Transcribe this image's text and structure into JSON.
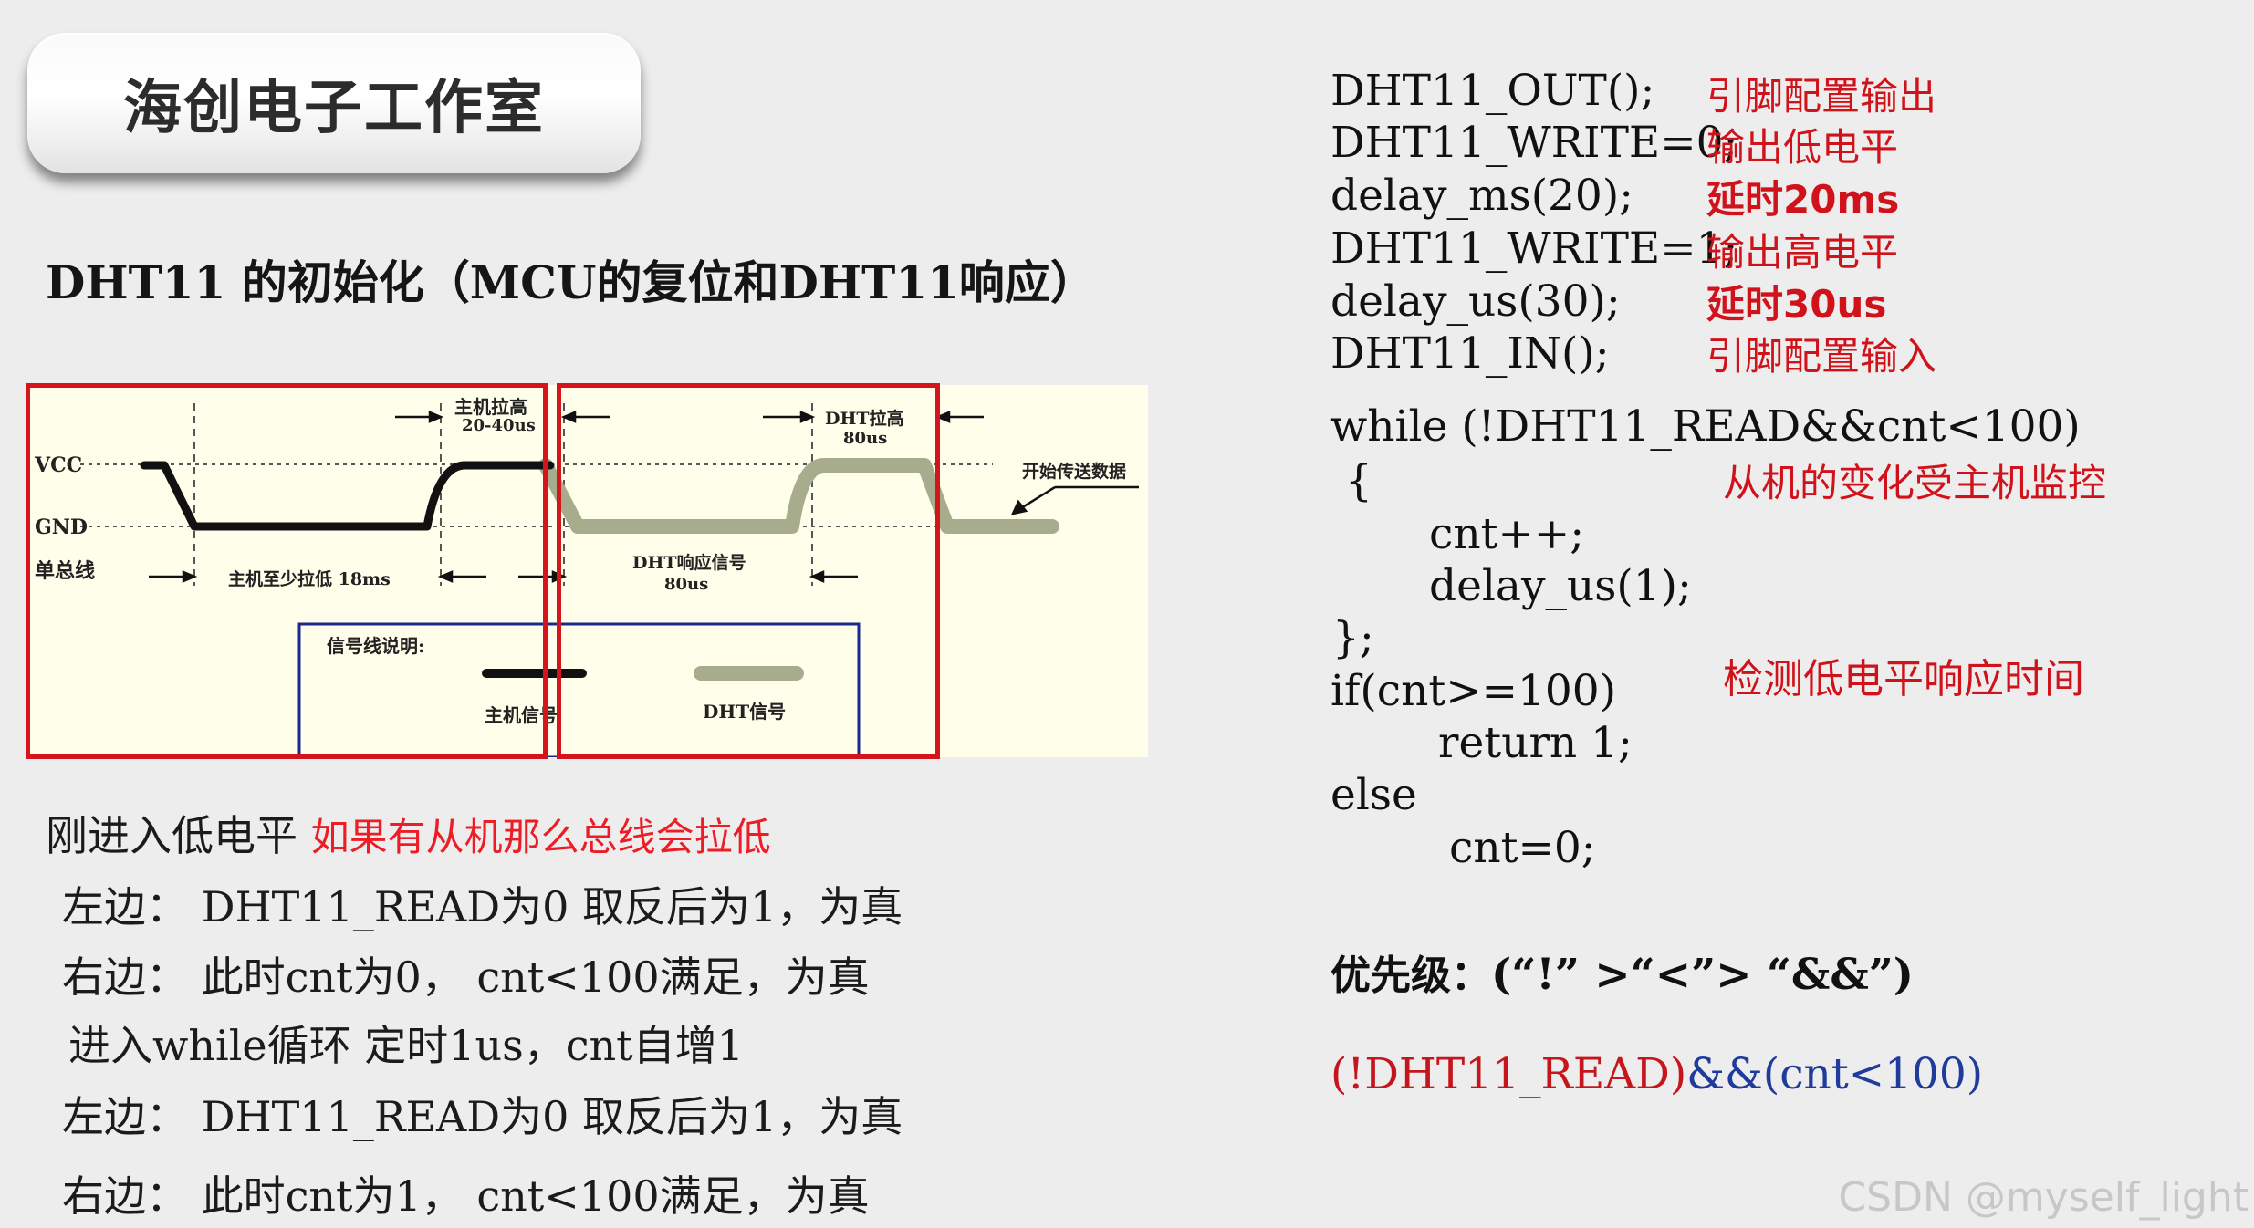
{
  "header": {
    "badge_title": "海创电子工作室"
  },
  "section_title": "DHT11 的初始化（MCU的复位和DHT11响应）",
  "diagram": {
    "vcc": "VCC",
    "gnd": "GND",
    "bus": "单总线",
    "host_pull_high": "主机拉高",
    "host_pull_high_time": "20-40us",
    "dht_pull_high": "DHT拉高",
    "dht_pull_high_time": "80us",
    "start_transfer": "开始传送数据",
    "host_pull_low": "主机至少拉低 18ms",
    "dht_response": "DHT响应信号",
    "dht_response_time": "80us",
    "legend_title": "信号线说明:",
    "legend_host": "主机信号",
    "legend_dht": "DHT信号"
  },
  "explanation": {
    "intro": "刚进入低电平",
    "intro_note": "如果有从机那么总线会拉低",
    "lines": [
      "左边：  DHT11_READ为0   取反后为1，为真",
      "右边：  此时cnt为0，  cnt<100满足，为真",
      "进入while循环    定时1us，cnt自增1",
      "左边：   DHT11_READ为0  取反后为1，为真",
      "右边：   此时cnt为1，  cnt<100满足，为真"
    ]
  },
  "code": {
    "init": [
      {
        "stmt": "DHT11_OUT();",
        "comment": "引脚配置输出"
      },
      {
        "stmt": "DHT11_WRITE=0;",
        "comment": "输出低电平"
      },
      {
        "stmt": "delay_ms(20);",
        "comment": "延时20ms"
      },
      {
        "stmt": "DHT11_WRITE=1;",
        "comment": "输出高电平"
      },
      {
        "stmt": "delay_us(30);",
        "comment": "延时30us"
      },
      {
        "stmt": "DHT11_IN();",
        "comment": "引脚配置输入"
      }
    ],
    "while_line": "while (!DHT11_READ&&cnt<100)",
    "open_brace": "{",
    "while_comment": "从机的变化受主机监控",
    "body1": "cnt++;",
    "body2": "delay_us(1);",
    "close_brace": "};",
    "if_line": "if(cnt>=100)",
    "if_comment": "检测低电平响应时间",
    "return_line": "return 1;",
    "else_line": "else",
    "reset_line": "cnt=0;"
  },
  "priority": {
    "label": "优先级：",
    "expr": "(“!”  >“<”>  “&&”)"
  },
  "expression": {
    "part1": "(!DHT11_READ)",
    "part2": "&&(cnt<100)"
  },
  "watermark": "CSDN @myself_light",
  "colors": {
    "accent_red": "#ee1c24",
    "code_blue": "#1f3b9c",
    "box_red": "#d5141c",
    "diagram_bg": "#fffeea"
  }
}
